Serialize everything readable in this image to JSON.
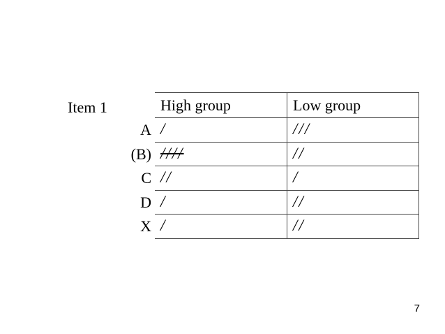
{
  "slide": {
    "item_label": "Item 1",
    "page_number": "7",
    "background_color": "#ffffff",
    "line_color": "#4a4a4a",
    "text_color": "#000000"
  },
  "table": {
    "columns": [
      "High group",
      "Low group"
    ],
    "rows": [
      {
        "label": "A",
        "high": "/",
        "high_struck": false,
        "low": "///"
      },
      {
        "label": "(B)",
        "high": "////",
        "high_struck": true,
        "low": "//"
      },
      {
        "label": "C",
        "high": "//",
        "high_struck": false,
        "low": "/"
      },
      {
        "label": "D",
        "high": "/",
        "high_struck": false,
        "low": "//"
      },
      {
        "label": "X",
        "high": "/",
        "high_struck": false,
        "low": "//"
      }
    ],
    "tally_counts": {
      "high": [
        1,
        5,
        2,
        1,
        1
      ],
      "low": [
        3,
        2,
        1,
        2,
        2
      ],
      "note": "Row (B) high group shows four slashes with a strike-through (tally notation for 5)"
    }
  }
}
